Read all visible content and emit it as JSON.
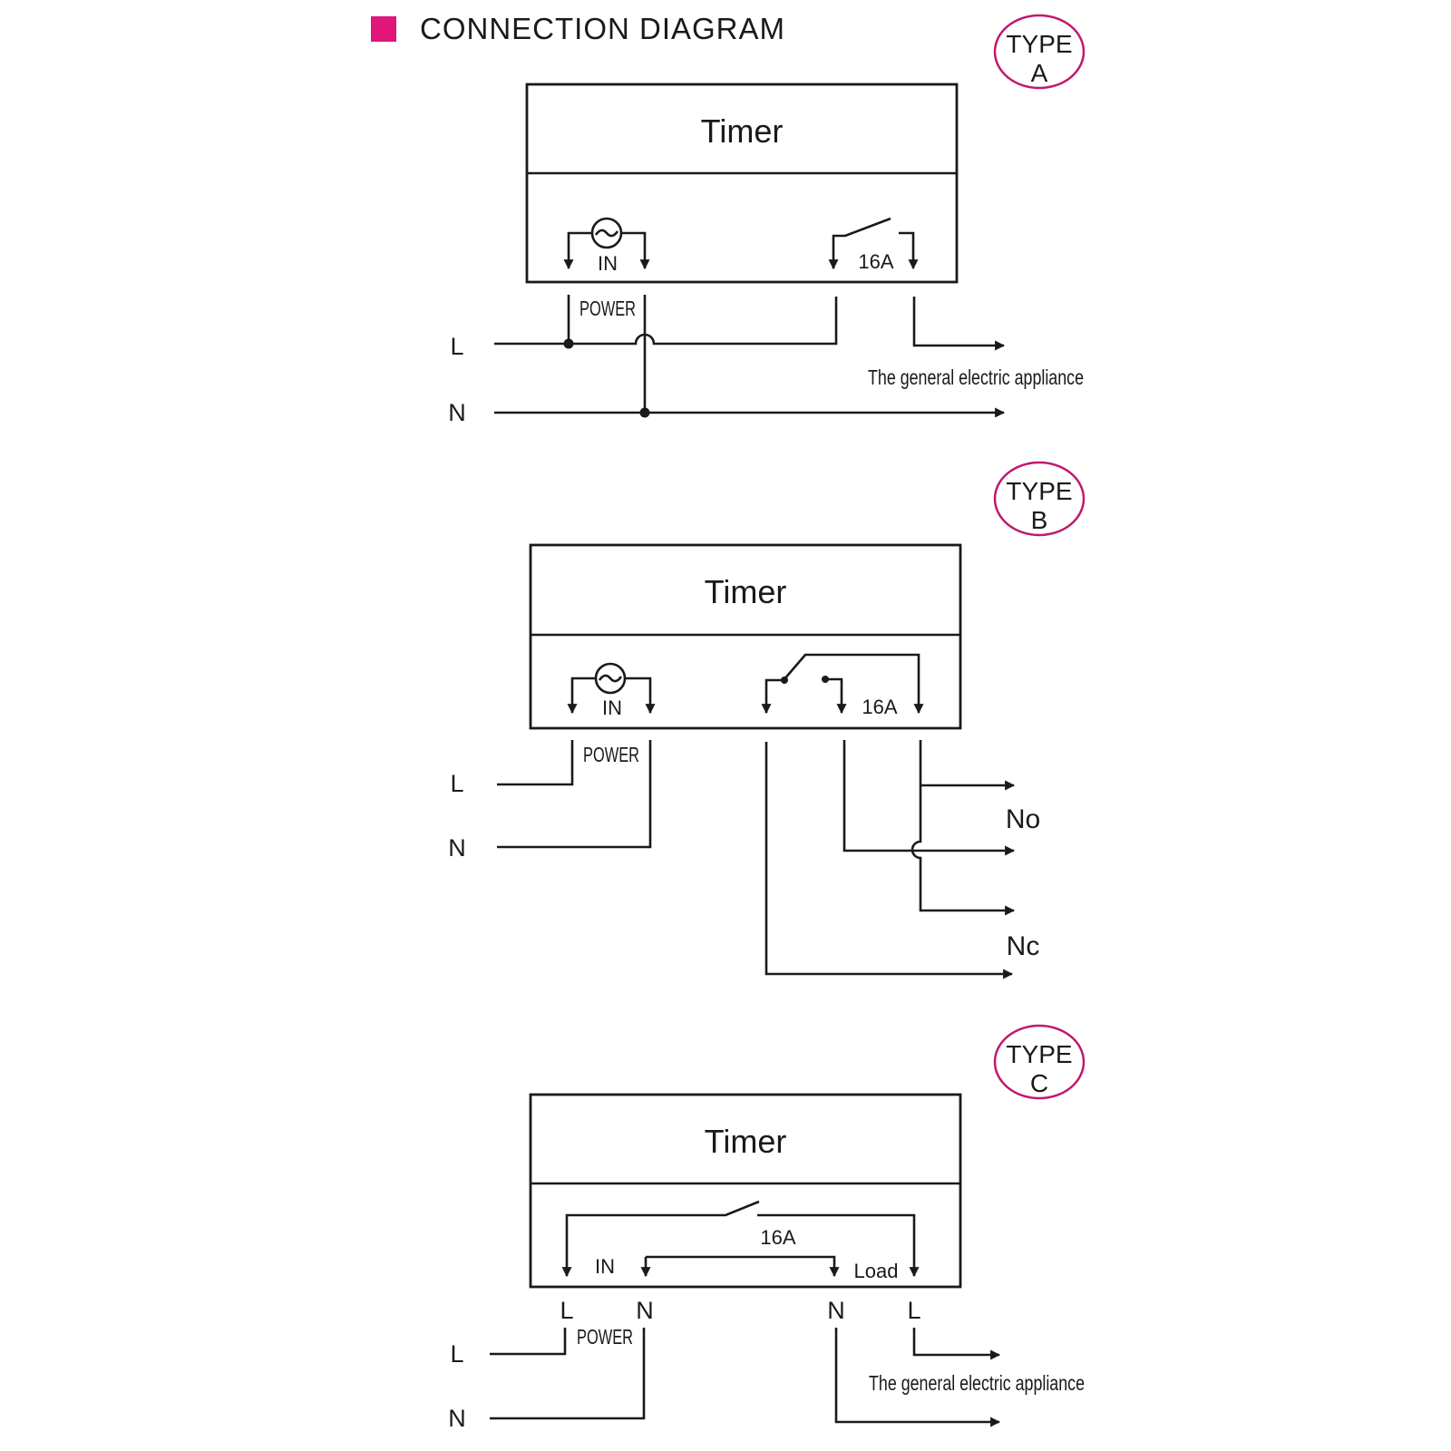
{
  "header": {
    "title": "CONNECTION DIAGRAM",
    "accent": "#e0167a"
  },
  "type_a": {
    "badge_line1": "TYPE",
    "badge_line2": "A",
    "box_title": "Timer",
    "in_label": "IN",
    "rating": "16A",
    "power_label": "POWER",
    "line_l": "L",
    "line_n": "N",
    "appliance": "The general electric appliance"
  },
  "type_b": {
    "badge_line1": "TYPE",
    "badge_line2": "B",
    "box_title": "Timer",
    "in_label": "IN",
    "rating": "16A",
    "power_label": "POWER",
    "line_l": "L",
    "line_n": "N",
    "out_no": "No",
    "out_nc": "Nc"
  },
  "type_c": {
    "badge_line1": "TYPE",
    "badge_line2": "C",
    "box_title": "Timer",
    "in_label": "IN",
    "rating": "16A",
    "load_label": "Load",
    "term_l1": "L",
    "term_n1": "N",
    "term_n2": "N",
    "term_l2": "L",
    "power_label": "POWER",
    "line_l": "L",
    "line_n": "N",
    "appliance": "The general electric appliance"
  },
  "icons": [
    "ac-source-icon",
    "switch-contact-icon",
    "arrow-icon",
    "junction-dot-icon"
  ],
  "colors": {
    "badge_ring": "#c0196e",
    "line": "#1a1a1a"
  }
}
